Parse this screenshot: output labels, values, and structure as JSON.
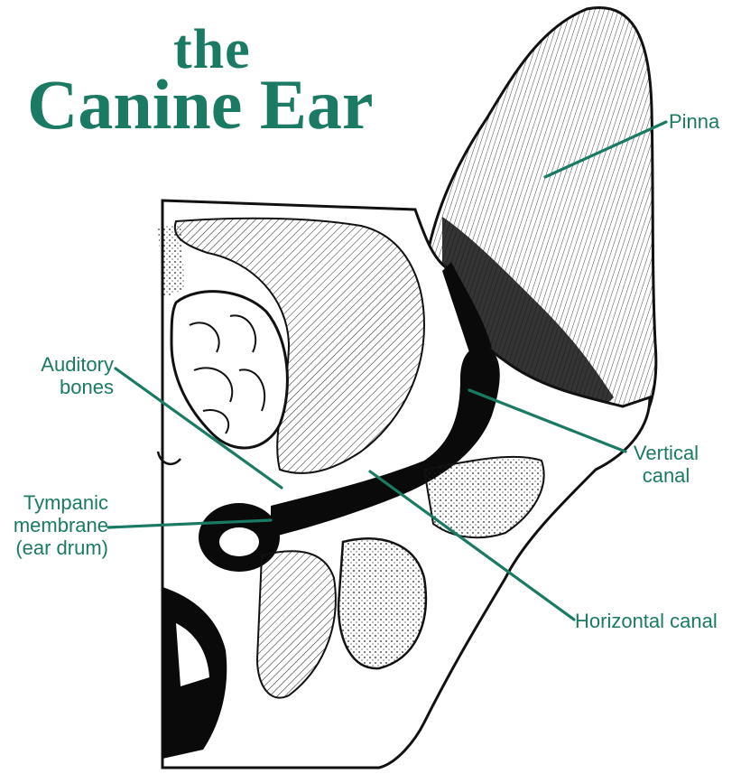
{
  "title": {
    "line1": "the",
    "line2": "Canine Ear"
  },
  "labels": {
    "pinna": "Pinna",
    "auditory_line1": "Auditory",
    "auditory_line2": "bones",
    "vertical_line1": "Vertical",
    "vertical_line2": "canal",
    "tympanic_line1": "Tympanic",
    "tympanic_line2": "membrane",
    "tympanic_line3": "(ear drum)",
    "horizontal": "Horizontal canal"
  },
  "colors": {
    "accent": "#1a7a63",
    "ink": "#111111",
    "paper": "#ffffff"
  }
}
